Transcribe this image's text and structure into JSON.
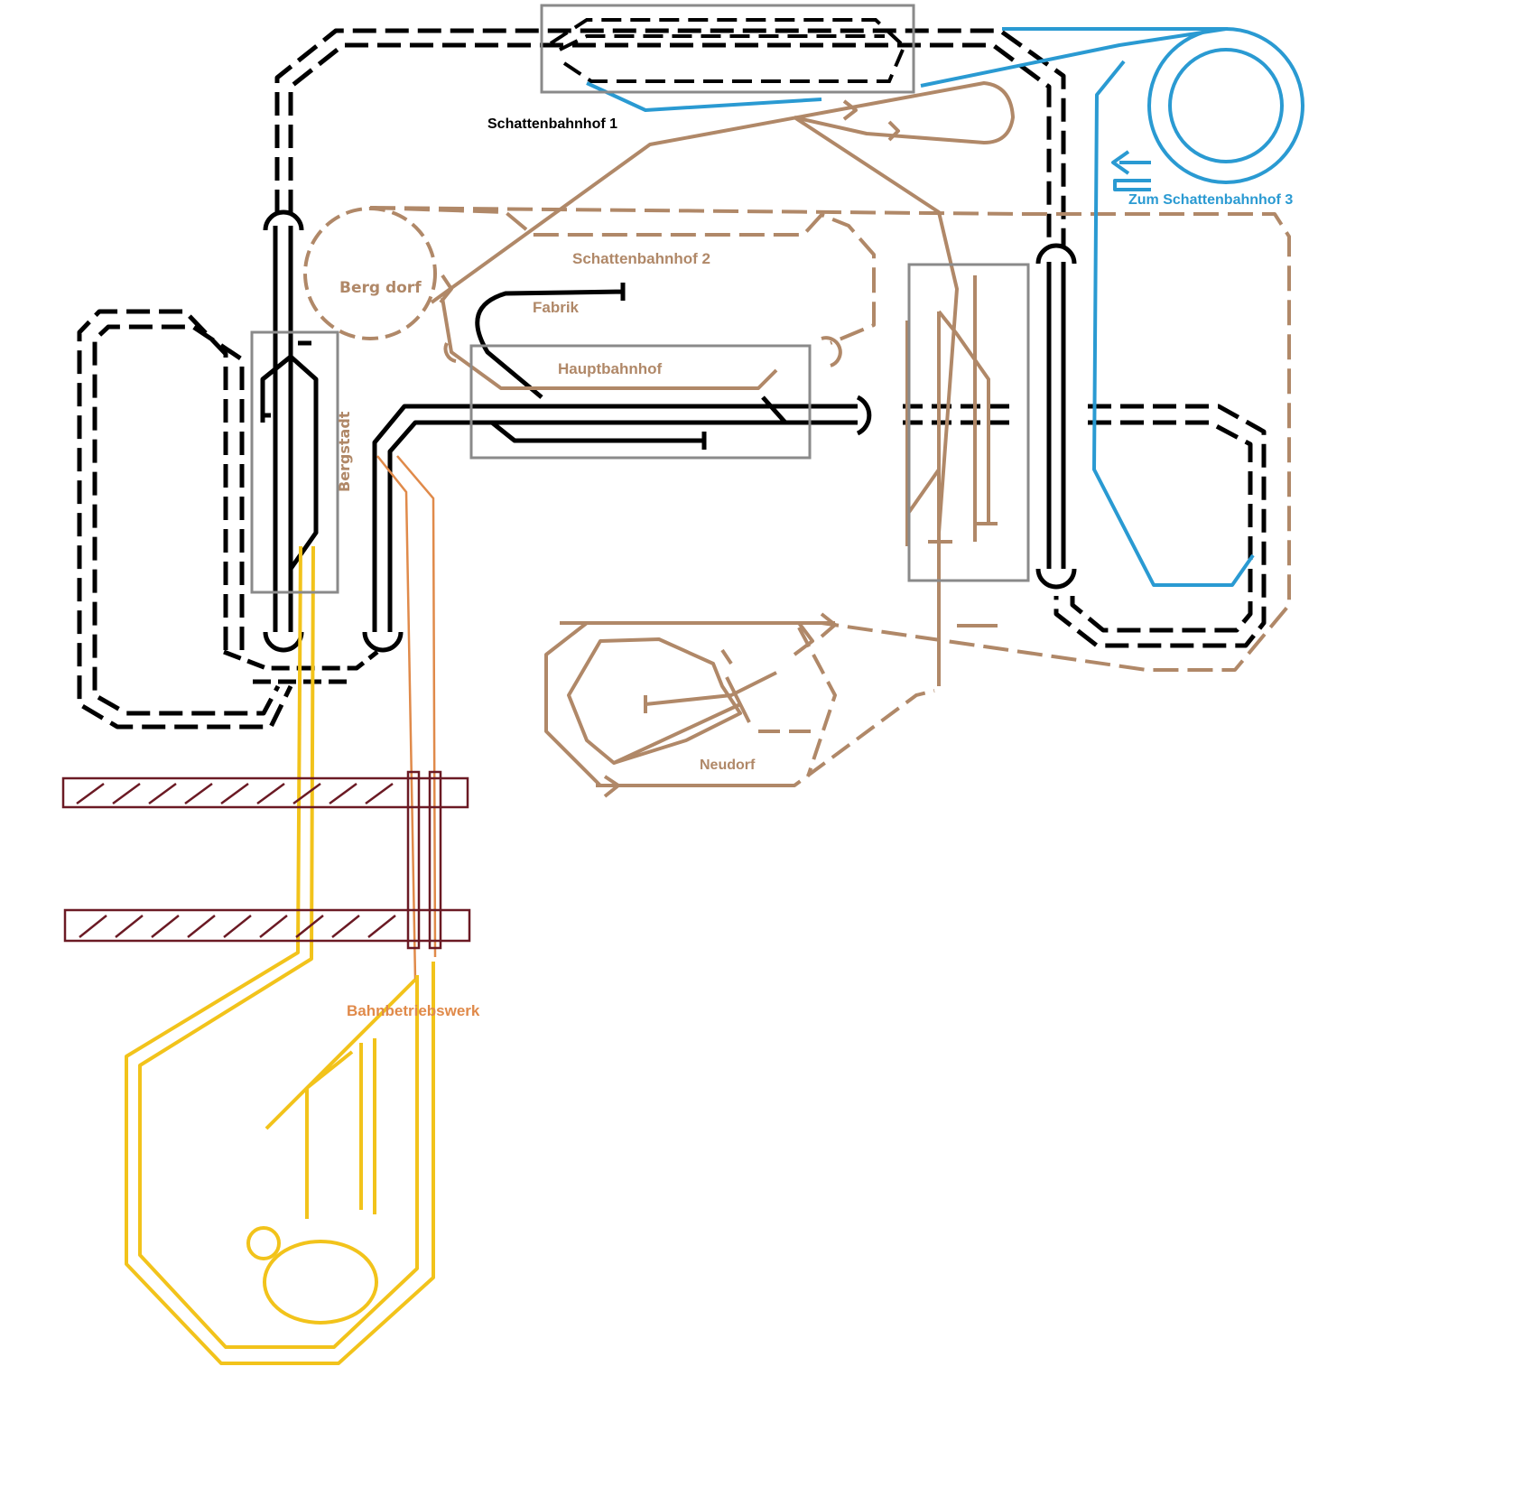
{
  "diagram": {
    "labels": {
      "schattenbahnhof1": "Schattenbahnhof 1",
      "schattenbahnhof2": "Schattenbahnhof  2",
      "schattenbahnhof3": "Zum Schattenbahnhof  3",
      "bergdorf": "Berg dorf",
      "fabrik": "Fabrik",
      "hauptbahnhof": "Hauptbahnhof",
      "bergstadt": "Bergstadt",
      "neudorf": "Neudorf",
      "bahnbetriebswerk": "Bahnbetriebswerk"
    },
    "colors": {
      "black_line": "#000000",
      "brown_line": "#b08868",
      "blue_line": "#2a9ad2",
      "yellow_line": "#f2c31b",
      "orange_line": "#e08a4a",
      "station_box": "#8a8a8a",
      "bridge": "#6b1a24"
    }
  }
}
